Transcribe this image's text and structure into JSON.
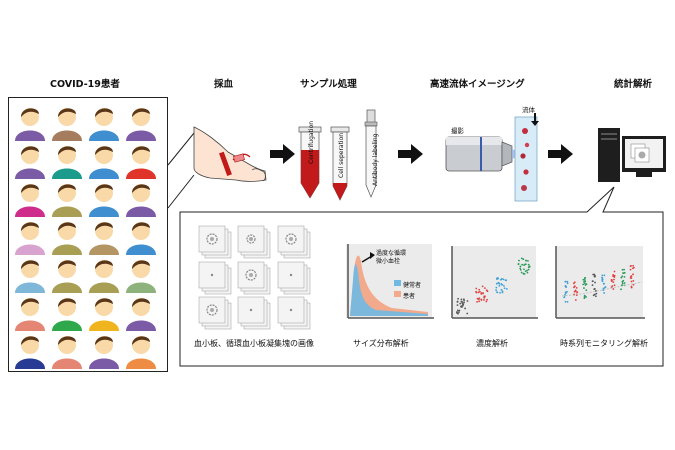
{
  "headers": {
    "patients": "COVID-19患者",
    "blood_draw": "採血",
    "sample_processing": "サンプル処理",
    "imaging": "高速流体イメージング",
    "statistics": "統計解析"
  },
  "tube_labels": {
    "centrifugation": "Centrifugation",
    "separation": "Cell seperation",
    "antibody": "Antibody labeling"
  },
  "imaging_labels": {
    "capture": "撮影",
    "fluid": "流体"
  },
  "size_chart": {
    "annotation_line1": "過度な循環",
    "annotation_line2": "微小血栓",
    "legend_healthy": "健常者",
    "legend_patient": "患者"
  },
  "captions": {
    "images": "血小板、循環血小板凝集塊の画像",
    "size": "サイズ分布解析",
    "concentration": "濃度解析",
    "timeseries": "時系列モニタリング解析"
  },
  "colors": {
    "shirt_purple": "#7b5aa6",
    "shirt_brown": "#a57c5e",
    "shirt_blue": "#3f8fd0",
    "shirt_teal": "#1b9b8c",
    "shirt_red": "#e0342a",
    "shirt_magenta": "#cf2d8c",
    "shirt_olive": "#a89f55",
    "shirt_pink": "#d9a3cf",
    "shirt_tan": "#b49664",
    "shirt_lightblue": "#7fb7d8",
    "shirt_green": "#2ea84a",
    "shirt_yellow": "#f0b51e",
    "shirt_sage": "#8db27c",
    "shirt_salmon": "#e58573",
    "shirt_navy": "#283b94",
    "shirt_orange": "#ef8c44",
    "blood_red": "#c21a1a",
    "healthy_blue": "#6fb9e3",
    "patient_orange": "#f3a98b"
  }
}
